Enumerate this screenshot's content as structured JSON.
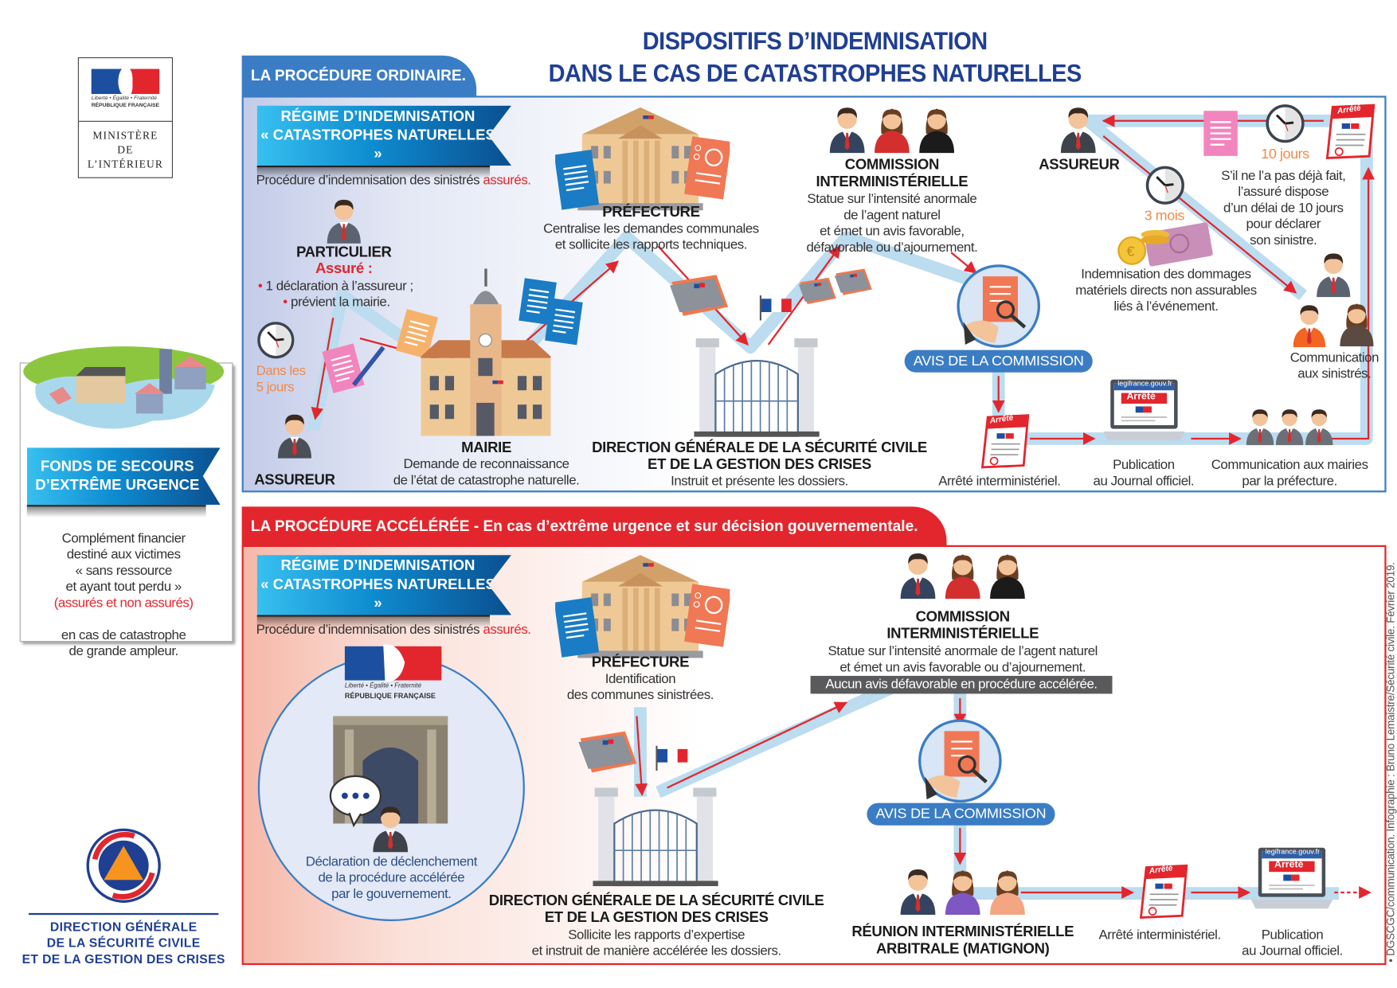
{
  "title": {
    "line1": "DISPOSITIFS D’INDEMNISATION",
    "line2": "DANS LE CAS DE CATASTROPHES NATURELLES"
  },
  "logo": {
    "motto": "Liberté • Égalité • Fraternité",
    "republic": "RÉPUBLIQUE FRANÇAISE",
    "ministry": "MINISTÈRE\nDE\nL’INTÉRIEUR"
  },
  "colors": {
    "blue": "#3b7dc4",
    "red": "#e3262d",
    "title": "#1f3f93",
    "orange": "#f08a4b",
    "path": "#bcdcef"
  },
  "fonds": {
    "title": "FONDS DE SECOURS\nD’EXTRÊME URGENCE",
    "text1": "Complément financier\ndestiné aux victimes\n« sans ressource\net ayant tout perdu »",
    "text_red": "(assurés et non assurés)",
    "text2": "en cas de catastrophe\nde grande ampleur."
  },
  "dgscgc": {
    "label": "DIRECTION GÉNÉRALE\nDE LA SÉCURITÉ CIVILE\nET DE LA GESTION DES CRISES"
  },
  "ordinary": {
    "tab": "LA PROCÉDURE ORDINAIRE.",
    "ribbon": "RÉGIME D’INDEMNISATION\n« CATASTROPHES NATURELLES »",
    "intro": "Procédure d’indemnisation des sinistrés ",
    "intro_red": "assurés.",
    "particulier": {
      "title": "PARTICULIER",
      "subtitle": "Assuré :",
      "bullets": [
        "1 déclaration à l’assureur ;",
        "prévient la mairie."
      ]
    },
    "delay5": "Dans les\n5 jours",
    "assureur_left": "ASSUREUR",
    "mairie": {
      "title": "MAIRIE",
      "text": "Demande de reconnaissance\nde l’état de catastrophe naturelle."
    },
    "prefecture": {
      "title": "PRÉFECTURE",
      "text": "Centralise les demandes communales\net sollicite les rapports techniques."
    },
    "direction": {
      "title": "DIRECTION GÉNÉRALE DE LA SÉCURITÉ CIVILE\nET DE LA GESTION DES CRISES",
      "text": "Instruit et présente les dossiers."
    },
    "commission": {
      "title": "COMMISSION\nINTERMINISTÉRIELLE",
      "text": "Statue sur l’intensité anormale\nde l’agent naturel\net émet un avis favorable,\ndéfavorable ou d’ajournement."
    },
    "avis": "AVIS DE LA COMMISSION",
    "arrete_label": "Arrêté",
    "arrete": "Arrêté interministériel.",
    "legifrance": "legifrance.gouv.fr",
    "publication": "Publication\nau Journal officiel.",
    "communication_mairies": "Communication aux mairies\npar la préfecture.",
    "assureur_right": "ASSUREUR",
    "delay10": "10 jours",
    "delay10_text": "S’il ne l’a pas déjà fait,\nl’assuré dispose\nd’un délai de 10 jours\npour déclarer\nson sinistre.",
    "delay3m": "3 mois",
    "indemnisation": "Indemnisation des dommages\nmatériels directs non assurables\nliés à l’événement.",
    "communication_sinistres": "Communication\naux sinistrés."
  },
  "accelerated": {
    "tab": "LA PROCÉDURE ACCÉLÉRÉE - En cas d’extrême urgence et sur décision gouvernementale.",
    "ribbon": "RÉGIME D’INDEMNISATION\n« CATASTROPHES NATURELLES »",
    "intro": "Procédure d’indemnisation des sinistrés ",
    "intro_red": "assurés.",
    "declaration": "Déclaration de déclenchement\nde la procédure accélérée\npar le gouvernement.",
    "prefecture": {
      "title": "PRÉFECTURE",
      "text": "Identification\ndes communes sinistrées."
    },
    "direction": {
      "title": "DIRECTION GÉNÉRALE DE LA SÉCURITÉ CIVILE\nET DE LA GESTION DES CRISES",
      "text": "Sollicite les rapports d’expertise\net instruit de manière accélérée les dossiers."
    },
    "commission": {
      "title": "COMMISSION\nINTERMINISTÉRIELLE",
      "text": "Statue sur l’intensité anormale de l’agent naturel\net émet un avis favorable ou d’ajournement.",
      "note": "Aucun avis défavorable en procédure accélérée."
    },
    "avis": "AVIS DE LA COMMISSION",
    "reunion": "RÉUNION INTERMINISTÉRIELLE\nARBITRALE (MATIGNON)",
    "arrete_label": "Arrêté",
    "arrete": "Arrêté interministériel.",
    "legifrance": "legifrance.gouv.fr",
    "publication": "Publication\nau Journal officiel."
  },
  "credit": "• DGSCGC/communication. Infographie : Bruno Lemaistre/Sécurité civile. Février 2019."
}
